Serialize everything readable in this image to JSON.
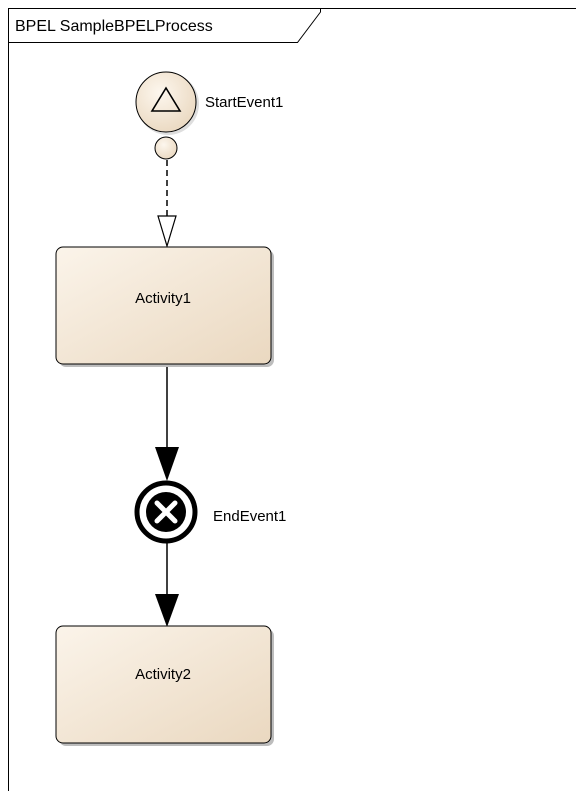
{
  "diagram": {
    "frame_title": "BPEL SampleBPELProcess",
    "nodes": {
      "start_event": {
        "label": "StartEvent1"
      },
      "activity1": {
        "label": "Activity1"
      },
      "end_event": {
        "label": "EndEvent1"
      },
      "activity2": {
        "label": "Activity2"
      }
    },
    "colors": {
      "node_fill_light": "#fbf4ea",
      "node_fill_dark": "#ead8c0",
      "outline": "#000000",
      "end_event_fill": "#ffffff",
      "shadow": "#bdbdbd"
    },
    "icons": {
      "start_event": "triangle-icon",
      "end_event": "cancel-x-icon"
    }
  }
}
